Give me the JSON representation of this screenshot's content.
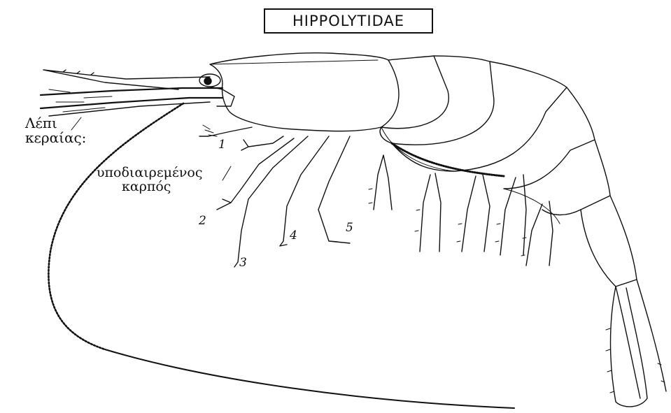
{
  "title": "HIPPOLYTIDAE",
  "labels": {
    "antennal_scale_line1": "Λέπι",
    "antennal_scale_line2": "κεραίας:",
    "subdivided_line1": "υποδιαιρεμένος",
    "subdivided_line2": "καρπός"
  },
  "leg_numbers": [
    "1",
    "2",
    "3",
    "4",
    "5"
  ],
  "colors": {
    "ink": "#111111",
    "background": "#ffffff"
  }
}
